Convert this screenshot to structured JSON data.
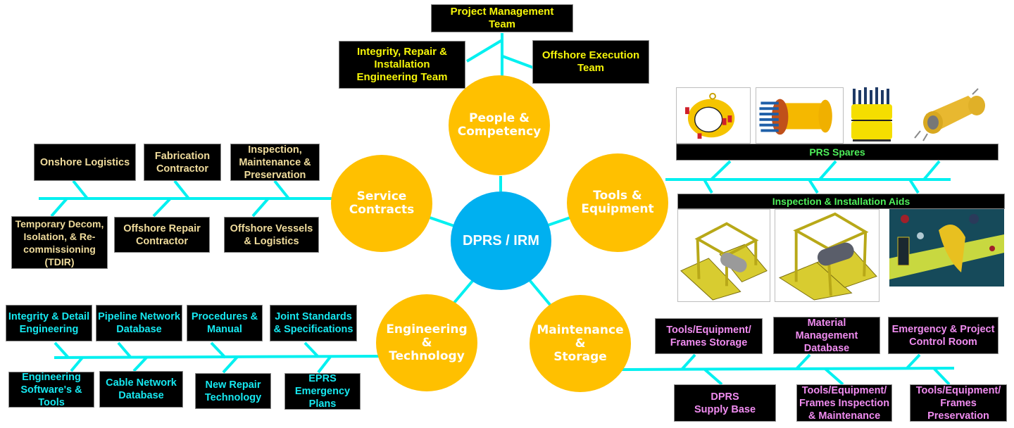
{
  "hub": {
    "label": "DPRS / IRM",
    "color": "#00b0f0"
  },
  "colors": {
    "branch_circle": "#ffc000",
    "connector": "#00f0f0",
    "box_bg": "#000000"
  },
  "categories": {
    "people": {
      "label": "People &\nCompetency",
      "text_color": "#f5f50a",
      "items": [
        "Project Management\nTeam",
        "Integrity, Repair &\nInstallation\nEngineering Team",
        "Offshore Execution\nTeam"
      ]
    },
    "service": {
      "label": "Service\nContracts",
      "text_color": "#f0dc9c",
      "top_items": [
        "Onshore Logistics",
        "Fabrication\nContractor",
        "Inspection,\nMaintenance &\nPreservation"
      ],
      "bottom_items": [
        "Temporary Decom,\nIsolation, & Re-\ncommissioning\n(TDIR)",
        "Offshore Repair\nContractor",
        "Offshore Vessels\n& Logistics"
      ]
    },
    "tools": {
      "label": "Tools &\nEquipment",
      "text_color": "#4ef05a",
      "prs_label": "PRS Spares",
      "aids_label": "Inspection & Installation Aids",
      "prs_images": [
        "split-sleeve-clamp-image",
        "flange-connector-image",
        "mechanical-connector-image",
        "repair-clamp-image"
      ],
      "aids_images": [
        "pipe-handling-frame-image",
        "lifting-frame-image",
        "subsea-installation-image"
      ]
    },
    "engineering": {
      "label": "Engineering\n&\nTechnology",
      "text_color": "#16e8f0",
      "top_items": [
        "Integrity & Detail\nEngineering",
        "Pipeline Network\nDatabase",
        "Procedures &\nManual",
        "Joint Standards\n& Specifications"
      ],
      "bottom_items": [
        "Engineering\nSoftware's &\nTools",
        "Cable Network\nDatabase",
        "New Repair\nTechnology",
        "EPRS\nEmergency\nPlans"
      ]
    },
    "maintenance": {
      "label": "Maintenance\n&\nStorage",
      "text_color": "#f08cf0",
      "top_items": [
        "Tools/Equipment/\nFrames Storage",
        "Material\nManagement\nDatabase",
        "Emergency & Project\nControl Room"
      ],
      "bottom_items": [
        "DPRS\nSupply Base",
        "Tools/Equipment/\nFrames Inspection\n& Maintenance",
        "Tools/Equipment/\nFrames\nPreservation"
      ]
    }
  }
}
